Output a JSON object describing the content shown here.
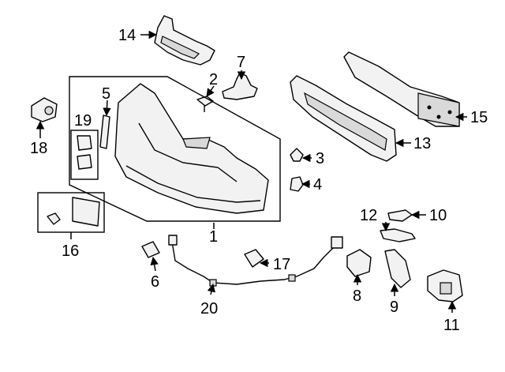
{
  "diagram": {
    "callouts": {
      "c1": "1",
      "c2": "2",
      "c3": "3",
      "c4": "4",
      "c5": "5",
      "c6": "6",
      "c7": "7",
      "c8": "8",
      "c9": "9",
      "c10": "10",
      "c11": "11",
      "c12": "12",
      "c13": "13",
      "c14": "14",
      "c15": "15",
      "c16": "16",
      "c17": "17",
      "c18": "18",
      "c19": "19",
      "c20": "20"
    },
    "colors": {
      "line": "#000000",
      "fill": "#f2f2f2",
      "background": "#ffffff"
    }
  }
}
